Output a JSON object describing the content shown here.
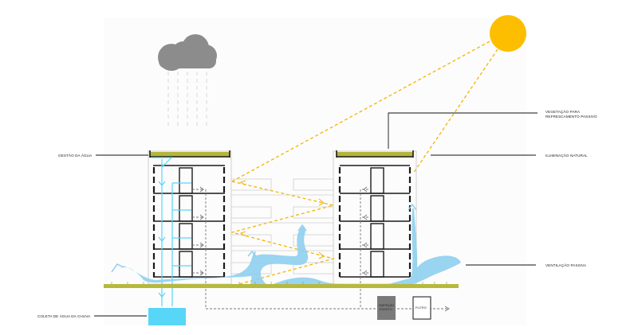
{
  "diagram": {
    "title": "Corte esquemático – estratégias bioclimáticas",
    "labels": {
      "water_management": "GESTÃO DA ÁGUA",
      "vegetation_line1": "VEGETAÇÃO PARA",
      "vegetation_line2": "REFRESCAMENTO PASSIVO",
      "natural_lighting": "ILUMINAÇÃO NATURAL",
      "passive_ventilation": "VENTILAÇÃO PASSIVA",
      "rainwater_collection": "COLETA DE ÁGUA DA CHUVA",
      "sewage_inspection_line1": "INSPEÇÃO",
      "sewage_inspection_line2": "ESGOTO",
      "filter": "FILTRO"
    },
    "elements": {
      "sun": "sun-icon",
      "cloud": "rain-cloud-icon",
      "buildings": [
        "left-building",
        "right-building"
      ],
      "floors_per_building": 4
    },
    "colors": {
      "sun": "#FDBE00",
      "sunlight_ray": "#F5B400",
      "cloud": "#8c8c8c",
      "water": "#58D6F7",
      "air_flow": "#8FD0F0",
      "ground": "#B6B93C",
      "green_roof": "#B5B43C",
      "structure": "#1a1a1a",
      "inspection_box": "#7a7a7a",
      "panel": "#FCFCFC"
    }
  }
}
